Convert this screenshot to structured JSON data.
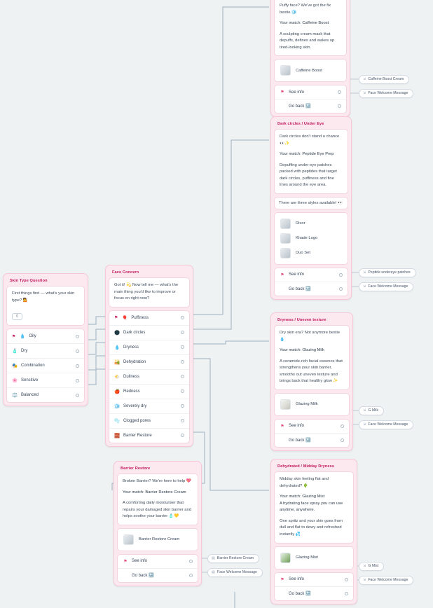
{
  "canvas": {
    "background": "#eef2f2",
    "node_header_color": "#c2185b",
    "node_fill": "#fce8ef"
  },
  "nodes": {
    "skin_type": {
      "title": "Skin Type Question",
      "message": "First things first — what's your skin type? 💁",
      "input_placeholder": "0",
      "options": [
        {
          "emoji": "💧",
          "label": "Oily"
        },
        {
          "emoji": "🧴",
          "label": "Dry"
        },
        {
          "emoji": "🎭",
          "label": "Combination"
        },
        {
          "emoji": "🌸",
          "label": "Sensitive"
        },
        {
          "emoji": "⚖️",
          "label": "Balanced"
        }
      ]
    },
    "face_concern": {
      "title": "Face Concern",
      "message": "Got it! 💫 Now tell me — what's the main thing you'd like to improve or focus on right now?",
      "options": [
        {
          "emoji": "🎈",
          "label": "Puffiness"
        },
        {
          "emoji": "🌑",
          "label": "Dark circles"
        },
        {
          "emoji": "💧",
          "label": "Dryness"
        },
        {
          "emoji": "🏜️",
          "label": "Dehydration"
        },
        {
          "emoji": "🌤️",
          "label": "Dullness"
        },
        {
          "emoji": "🍎",
          "label": "Redness"
        },
        {
          "emoji": "🧊",
          "label": "Severely dry"
        },
        {
          "emoji": "🫧",
          "label": "Clogged pores"
        },
        {
          "emoji": "🧱",
          "label": "Barrier Restore"
        }
      ]
    },
    "puffiness": {
      "title": "",
      "lines": [
        "Puffy face? We've got the fix bestie 🧊",
        "Your match: Caffeine Boost",
        "A sculpting cream mask that depuffs, defines and wakes up tired-looking skin."
      ],
      "product": "Caffeine Boost",
      "buttons": [
        {
          "label": "See info",
          "target": "Caffeine Boost Cream"
        },
        {
          "label": "Go back 🔙",
          "target": "Face Welcome Message"
        }
      ]
    },
    "dark_circles": {
      "title": "Dark circles / Under Eye",
      "lines": [
        "Dark circles don't stand a chance 👀✨",
        "Your match: Peptide Eye Prep",
        "Depuffing under-eye patches packed with peptides that target dark circles, puffiness and fine lines around the eye area."
      ],
      "styles_header": "There are three styles available! 👀",
      "styles": [
        "Rixor",
        "Khade Logo",
        "Duo Set"
      ],
      "buttons": [
        {
          "label": "See info",
          "target": "Peptide undereye patches"
        },
        {
          "label": "Go back 🔙",
          "target": "Face Welcome Message"
        }
      ]
    },
    "dryness": {
      "title": "Dryness / Uneven texture",
      "lines": [
        "Dry skin era? Not anymore bestie 💧",
        "Your match: Glazing Milk",
        "A ceramide-rich facial essence that strengthens your skin barrier, smooths out uneven texture and brings back that healthy glow ✨"
      ],
      "product": "Glazing Milk",
      "buttons": [
        {
          "label": "See info",
          "target": "G Milk"
        },
        {
          "label": "Go back 🔙",
          "target": "Face Welcome Message"
        }
      ]
    },
    "barrier_restore": {
      "title": "Barrier Restore",
      "lines": [
        "Broken Barrier? We're here to help 💖",
        "Your match: Barrier Restore Cream",
        "A comforting daily moisturiser that repairs your damaged skin barrier and helps soothe your barrier 🧴💛"
      ],
      "product": "Barrier Restore Cream",
      "buttons": [
        {
          "label": "See info",
          "target": "Barrier Restore Cream"
        },
        {
          "label": "Go back 🔙",
          "target": "Face Welcome Message"
        }
      ]
    },
    "dehydrated": {
      "title": "Dehydrated / Midday Dryness",
      "lines": [
        "Midday skin feeling flat and dehydrated? 🌵",
        "Your match: Glazing Mist\nA hydrating face spray you can use anytime, anywhere.",
        "One spritz and your skin goes from dull and flat to dewy and refreshed instantly 💦"
      ],
      "product": "Glazing Mist",
      "buttons": [
        {
          "label": "See info",
          "target": "G Mist"
        },
        {
          "label": "Go back 🔙",
          "target": "Face Welcome Message"
        }
      ]
    }
  }
}
